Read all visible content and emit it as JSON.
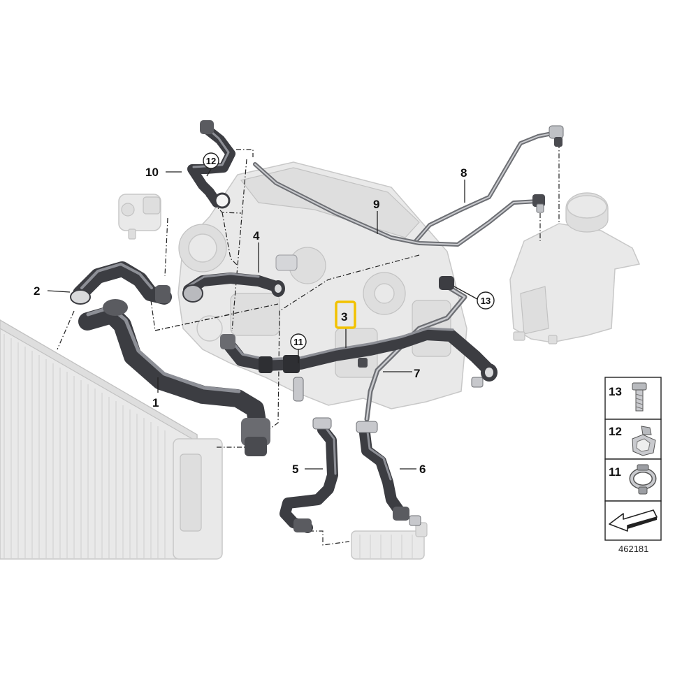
{
  "callouts": [
    {
      "id": "1",
      "text": "1"
    },
    {
      "id": "2",
      "text": "2"
    },
    {
      "id": "3",
      "text": "3",
      "highlight_color": "#f2c200"
    },
    {
      "id": "4",
      "text": "4"
    },
    {
      "id": "5",
      "text": "5"
    },
    {
      "id": "6",
      "text": "6"
    },
    {
      "id": "7",
      "text": "7"
    },
    {
      "id": "8",
      "text": "8"
    },
    {
      "id": "9",
      "text": "9"
    },
    {
      "id": "10",
      "text": "10"
    },
    {
      "id": "11",
      "text": "11"
    },
    {
      "id": "12",
      "text": "12"
    },
    {
      "id": "13",
      "text": "13"
    }
  ],
  "legend": {
    "items": [
      {
        "number": "13",
        "icon": "bolt-icon"
      },
      {
        "number": "12",
        "icon": "clip-icon"
      },
      {
        "number": "11",
        "icon": "hose-clamp-icon"
      },
      {
        "number": "",
        "icon": "arrow-icon"
      }
    ]
  },
  "diagram_id": "462181",
  "colors": {
    "hose": "#3c3d42",
    "ghost_parts": "#e9e9e9",
    "highlight": "#f2c200"
  }
}
